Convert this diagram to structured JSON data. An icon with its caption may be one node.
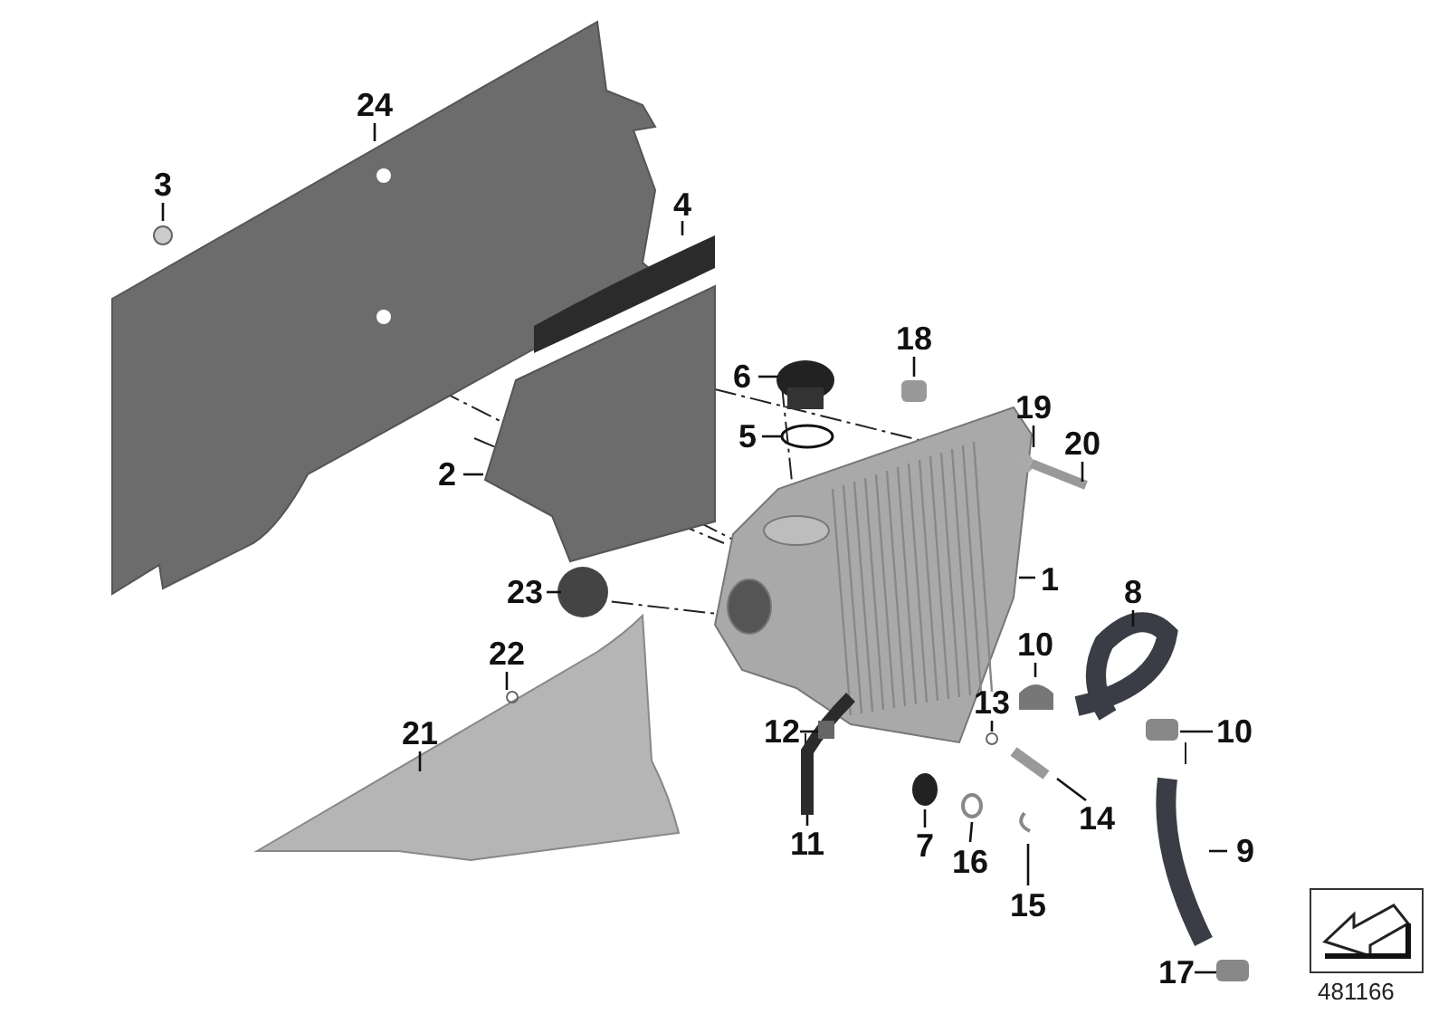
{
  "diagram": {
    "nodes": [
      {
        "text": [
          "24"
        ]
      },
      {
        "text": [
          "3"
        ]
      },
      {
        "text": [
          "4"
        ]
      },
      {
        "text": [
          "6"
        ]
      },
      {
        "text": [
          "18"
        ]
      },
      {
        "text": [
          "19"
        ]
      },
      {
        "text": [
          "5"
        ]
      },
      {
        "text": [
          "20"
        ]
      },
      {
        "text": [
          "2"
        ]
      },
      {
        "text": [
          "1"
        ]
      },
      {
        "text": [
          "23"
        ]
      },
      {
        "text": [
          "8"
        ]
      },
      {
        "text": [
          "10"
        ]
      },
      {
        "text": [
          "22"
        ]
      },
      {
        "text": [
          "13"
        ]
      },
      {
        "text": [
          "10"
        ]
      },
      {
        "text": [
          "12"
        ]
      },
      {
        "text": [
          "21"
        ]
      },
      {
        "text": [
          "14"
        ]
      },
      {
        "text": [
          "11"
        ]
      },
      {
        "text": [
          "7"
        ]
      },
      {
        "text": [
          "16"
        ]
      },
      {
        "text": [
          "9"
        ]
      },
      {
        "text": [
          "15"
        ]
      },
      {
        "text": [
          "17"
        ]
      }
    ],
    "edges": [
      {
        "from": 0,
        "to": null,
        "arrow": "none"
      },
      {
        "from": 1,
        "to": null,
        "arrow": "none"
      },
      {
        "from": 2,
        "to": null,
        "arrow": "none"
      },
      {
        "from": 3,
        "to": null,
        "arrow": "none"
      },
      {
        "from": 4,
        "to": null,
        "arrow": "none"
      },
      {
        "from": 5,
        "to": null,
        "arrow": "none"
      },
      {
        "from": 6,
        "to": null,
        "arrow": "none"
      },
      {
        "from": 7,
        "to": null,
        "arrow": "none"
      },
      {
        "from": 8,
        "to": null,
        "arrow": "none"
      },
      {
        "from": 9,
        "to": null,
        "arrow": "none"
      },
      {
        "from": 10,
        "to": null,
        "arrow": "none"
      },
      {
        "from": 11,
        "to": null,
        "arrow": "none"
      },
      {
        "from": 12,
        "to": null,
        "arrow": "none"
      },
      {
        "from": 13,
        "to": null,
        "arrow": "none"
      },
      {
        "from": 14,
        "to": null,
        "arrow": "none"
      },
      {
        "from": 15,
        "to": null,
        "arrow": "none"
      },
      {
        "from": 16,
        "to": null,
        "arrow": "none"
      },
      {
        "from": 17,
        "to": null,
        "arrow": "none"
      },
      {
        "from": 18,
        "to": null,
        "arrow": "none"
      },
      {
        "from": 19,
        "to": null,
        "arrow": "none"
      },
      {
        "from": 20,
        "to": null,
        "arrow": "none"
      },
      {
        "from": 21,
        "to": null,
        "arrow": "none"
      },
      {
        "from": 22,
        "to": null,
        "arrow": "none"
      },
      {
        "from": 23,
        "to": null,
        "arrow": "none"
      },
      {
        "from": 24,
        "to": null,
        "arrow": "none"
      }
    ],
    "labels": [
      "481166"
    ]
  }
}
